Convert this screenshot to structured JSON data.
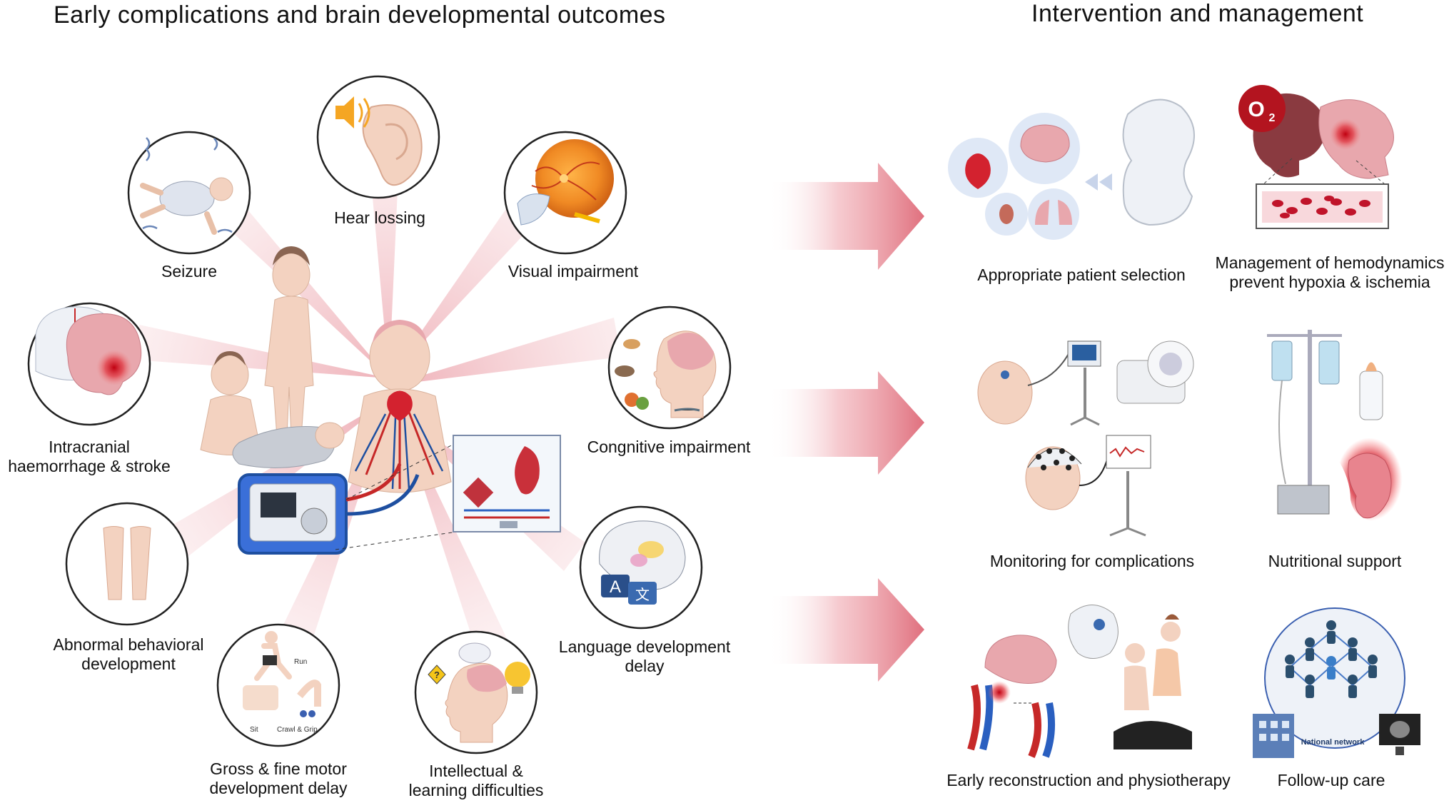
{
  "titles": {
    "left": "Early complications and brain developmental outcomes",
    "right": "Intervention and management"
  },
  "complications": [
    {
      "id": "seizure",
      "label": "Seizure",
      "icon": "seizure-baby-icon"
    },
    {
      "id": "hearing",
      "label": "Hear lossing",
      "icon": "ear-icon"
    },
    {
      "id": "visual",
      "label": "Visual impairment",
      "icon": "eye-retina-icon"
    },
    {
      "id": "intracranial",
      "label": "Intracranial\nhaemorrhage & stroke",
      "icon": "brain-hemorrhage-icon"
    },
    {
      "id": "cognitive",
      "label": "Congnitive impairment",
      "icon": "cognition-head-icon"
    },
    {
      "id": "behavioral",
      "label": "Abnormal behavioral\ndevelopment",
      "icon": "legs-icon"
    },
    {
      "id": "language",
      "label": "Language development\ndelay",
      "icon": "language-brain-icon"
    },
    {
      "id": "motor",
      "label": "Gross & fine motor\ndevelopment delay",
      "icon": "motor-skills-icon"
    },
    {
      "id": "intellectual",
      "label": "Intellectual &\nlearning difficulties",
      "icon": "lightbulb-head-icon"
    }
  ],
  "motor_icon_text": {
    "run": "Run",
    "sit": "Sit",
    "crawl": "Crawl & Grip"
  },
  "language_icon_text": {
    "a": "A",
    "b": "文"
  },
  "interventions": [
    {
      "id": "selection",
      "label": "Appropriate patient selection",
      "icon": "patient-selection-icon"
    },
    {
      "id": "hemodynamics",
      "label": "Management of hemodynamics\nprevent hypoxia & ischemia",
      "icon": "hemodynamics-icon"
    },
    {
      "id": "monitoring",
      "label": "Monitoring for complications",
      "icon": "monitoring-icon"
    },
    {
      "id": "nutrition",
      "label": "Nutritional support",
      "icon": "nutrition-icon"
    },
    {
      "id": "physio",
      "label": "Early reconstruction and physiotherapy",
      "icon": "physiotherapy-icon"
    },
    {
      "id": "followup",
      "label": "Follow-up care",
      "icon": "follow-up-network-icon"
    }
  ],
  "o2_text": "O",
  "o2_sub": "2",
  "network_text": "National network",
  "colors": {
    "ray": "#e8a0a8",
    "circle_border": "#222222",
    "arrow": "#e07a85",
    "skin": "#f3d2c0",
    "brain": "#e8a7ad"
  }
}
